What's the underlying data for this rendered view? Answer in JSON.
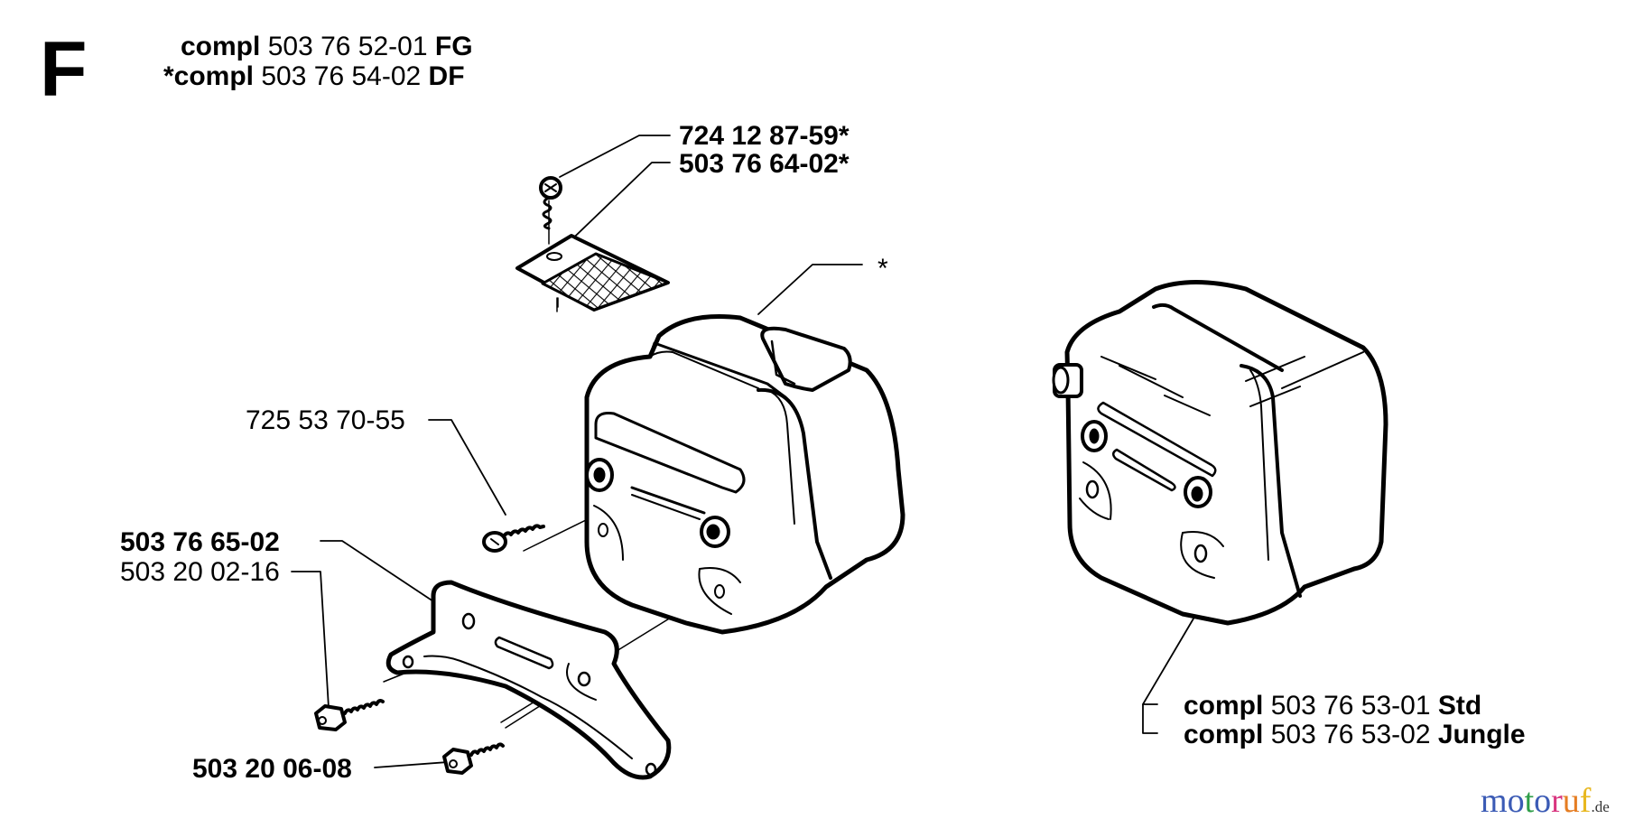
{
  "section": {
    "letter": "F"
  },
  "header": {
    "lines": [
      {
        "prefix": "compl",
        "number": "503 76 52-01",
        "suffix": "FG"
      },
      {
        "prefix": "*compl",
        "number": "503 76 54-02",
        "suffix": "DF"
      }
    ]
  },
  "callouts": {
    "screw_top": "724 12 87-59*",
    "screen_top": "503 76 64-02*",
    "star_note": "*",
    "screw_side": "725 53 70-55",
    "bracket": "503 76 65-02",
    "bolt_upper": "503 20 02-16",
    "bolt_lower": "503 20 06-08"
  },
  "assembly": {
    "lines": [
      {
        "prefix": "compl",
        "number": "503 76 53-01",
        "suffix": "Std"
      },
      {
        "prefix": "compl",
        "number": "503 76 53-02",
        "suffix": "Jungle"
      }
    ]
  },
  "watermark": {
    "letters": [
      "m",
      "o",
      "t",
      "o",
      "r",
      "u",
      "f"
    ],
    "colors": [
      "#3b5bb5",
      "#3b5bb5",
      "#2e9e48",
      "#3b5bb5",
      "#d9357f",
      "#e57d22",
      "#e8b820"
    ],
    "tld": ".de"
  }
}
